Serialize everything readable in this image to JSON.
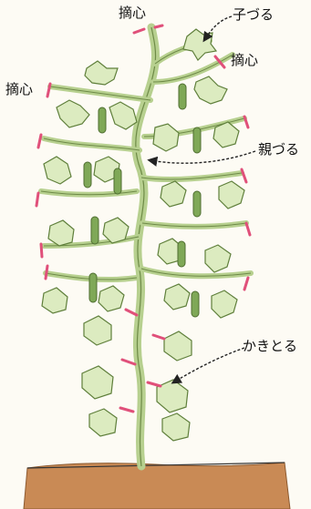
{
  "labels": {
    "pinch_top": "摘心",
    "pinch_right": "摘心",
    "pinch_left": "摘心",
    "child_vine": "子づる",
    "parent_vine": "親づる",
    "remove": "かきとる"
  },
  "colors": {
    "leaf_fill": "#dcebc0",
    "leaf_stroke": "#5f7f3b",
    "stem": "#b7d08f",
    "stem_stroke": "#6e8a47",
    "fruit": "#7fa857",
    "pinch_mark": "#e0507a",
    "soil": "#c98a55",
    "arrow": "#222222"
  }
}
